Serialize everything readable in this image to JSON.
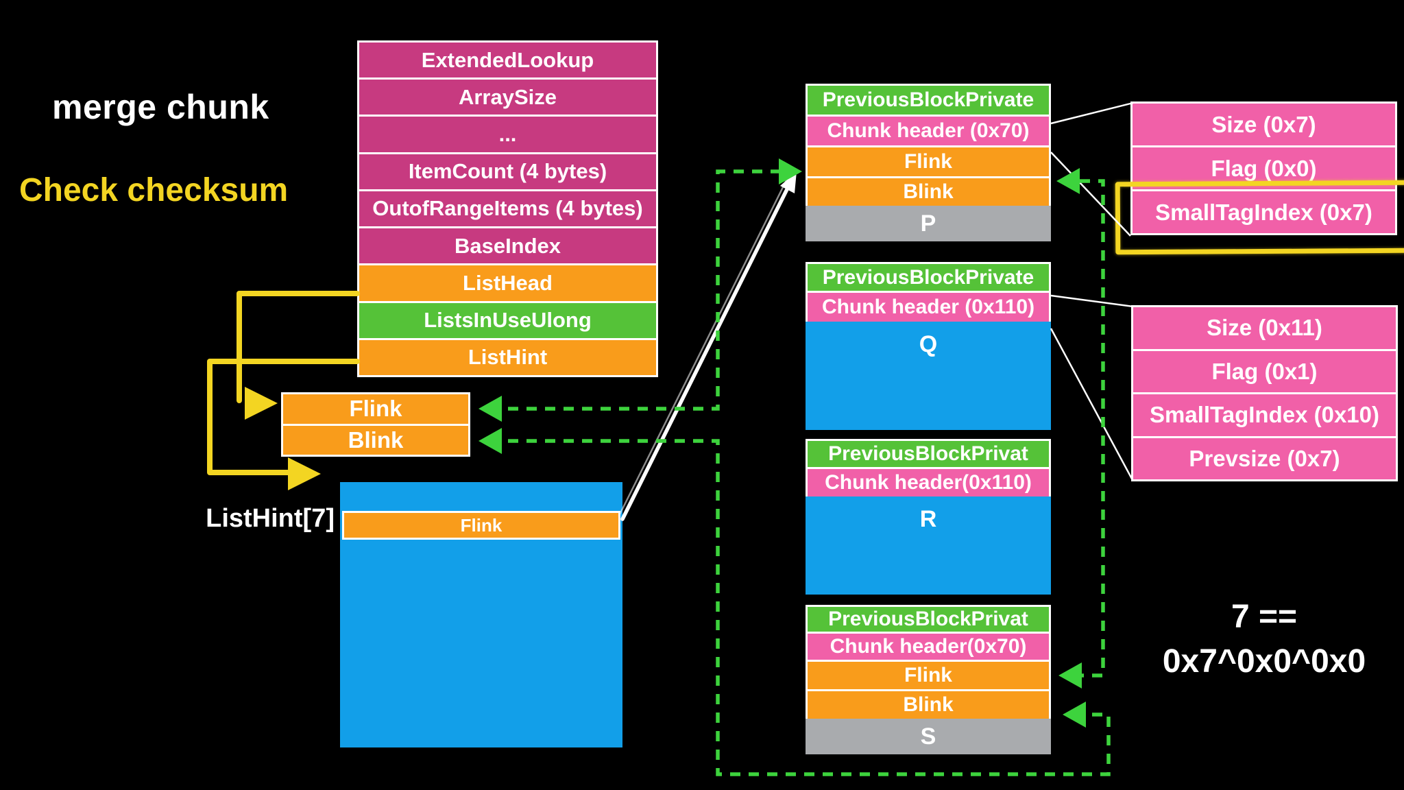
{
  "slide": {
    "title": "merge chunk",
    "subtitle": "Check checksum",
    "listhint_label": "ListHint[7]",
    "equation": {
      "line1": "7 ==",
      "line2": "0x7^0x0^0x0"
    }
  },
  "colors": {
    "magenta": "#c73a80",
    "pink": "#f160a8",
    "orange": "#f99c1b",
    "green": "#55c238",
    "blue": "#129fe9",
    "gray": "#a9abae",
    "dash_green": "#3dd33d",
    "yellow": "#f3d522",
    "background": "#000000",
    "text": "#ffffff"
  },
  "heap_struct_table": {
    "rows": [
      {
        "label": "ExtendedLookup"
      },
      {
        "label": "ArraySize"
      },
      {
        "label": "..."
      },
      {
        "label": "ItemCount (4 bytes)"
      },
      {
        "label": "OutofRangeItems (4 bytes)"
      },
      {
        "label": "BaseIndex"
      },
      {
        "label": "ListHead"
      },
      {
        "label": "ListsInUseUlong"
      },
      {
        "label": "ListHint"
      }
    ]
  },
  "listhead_box": {
    "flink": "Flink",
    "blink": "Blink"
  },
  "free_chunk_box": {
    "flink": "Flink"
  },
  "chunk_p": {
    "prev": "PreviousBlockPrivate",
    "header": "Chunk header (0x70)",
    "flink": "Flink",
    "blink": "Blink",
    "name": "P"
  },
  "chunk_q": {
    "prev": "PreviousBlockPrivate",
    "header": "Chunk header (0x110)",
    "name": "Q"
  },
  "chunk_r": {
    "prev": "PreviousBlockPrivat",
    "header": "Chunk header(0x110)",
    "name": "R"
  },
  "chunk_s": {
    "prev": "PreviousBlockPrivat",
    "header": "Chunk header(0x70)",
    "flink": "Flink",
    "blink": "Blink",
    "name": "S"
  },
  "header_table_p": {
    "rows": [
      {
        "label": "Size (0x7)"
      },
      {
        "label": "Flag (0x0)"
      },
      {
        "label": "SmallTagIndex (0x7)"
      }
    ]
  },
  "header_table_q": {
    "rows": [
      {
        "label": "Size (0x11)"
      },
      {
        "label": "Flag (0x1)"
      },
      {
        "label": "SmallTagIndex (0x10)"
      },
      {
        "label": "Prevsize (0x7)"
      }
    ]
  }
}
